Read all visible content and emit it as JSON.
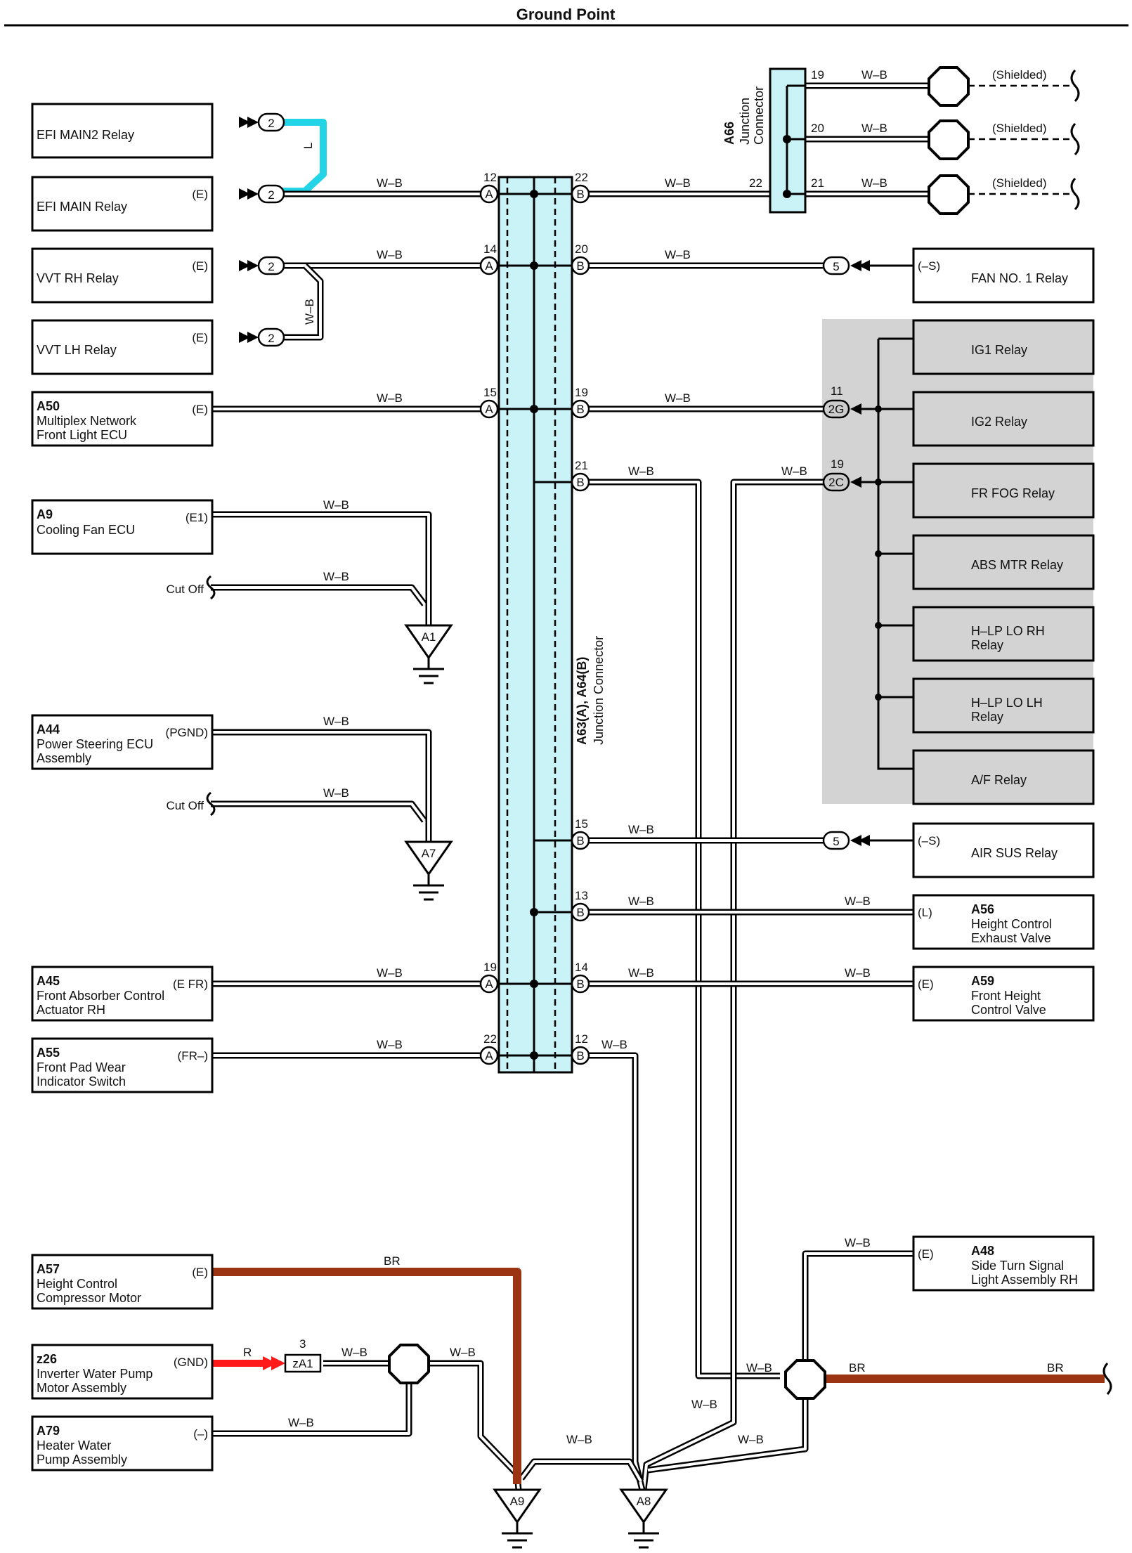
{
  "title": "Ground Point",
  "colors": {
    "junction_fill": "#c9f3f7",
    "grey_panel": "#d3d3d3",
    "wire_L": "#22d4e6",
    "wire_BR": "#9a3412",
    "wire_R": "#ff1a1a"
  },
  "left_components": [
    {
      "code": "",
      "name": [
        "EFI MAIN2 Relay"
      ],
      "terminal": ""
    },
    {
      "code": "",
      "name": [
        "EFI MAIN Relay"
      ],
      "terminal": "(E)"
    },
    {
      "code": "",
      "name": [
        "VVT RH Relay"
      ],
      "terminal": "(E)"
    },
    {
      "code": "",
      "name": [
        "VVT LH Relay"
      ],
      "terminal": "(E)"
    },
    {
      "code": "A50",
      "name": [
        "Multiplex Network",
        "Front Light ECU"
      ],
      "terminal": "(E)"
    },
    {
      "code": "A9",
      "name": [
        "Cooling Fan ECU"
      ],
      "terminal": "(E1)"
    },
    {
      "code": "A44",
      "name": [
        "Power Steering ECU",
        "Assembly"
      ],
      "terminal": "(PGND)"
    },
    {
      "code": "A45",
      "name": [
        "Front Absorber Control",
        "Actuator RH"
      ],
      "terminal": "(E FR)"
    },
    {
      "code": "A55",
      "name": [
        "Front Pad Wear",
        "Indicator Switch"
      ],
      "terminal": "(FR–)"
    },
    {
      "code": "A57",
      "name": [
        "Height Control",
        "Compressor Motor"
      ],
      "terminal": "(E)"
    },
    {
      "code": "z26",
      "name": [
        "Inverter Water Pump",
        "Motor Assembly"
      ],
      "terminal": "(GND)"
    },
    {
      "code": "A79",
      "name": [
        "Heater Water",
        "Pump Assembly"
      ],
      "terminal": "(–)"
    }
  ],
  "right_components": [
    {
      "code": "",
      "name": [
        "FAN NO. 1 Relay"
      ],
      "terminal": "(–S)"
    },
    {
      "code": "",
      "name": [
        "AIR SUS Relay"
      ],
      "terminal": "(–S)"
    },
    {
      "code": "A56",
      "name": [
        "Height Control",
        "Exhaust Valve"
      ],
      "terminal": "(L)"
    },
    {
      "code": "A59",
      "name": [
        "Front Height",
        "Control Valve"
      ],
      "terminal": "(E)"
    },
    {
      "code": "A48",
      "name": [
        "Side Turn Signal",
        "Light Assembly RH"
      ],
      "terminal": "(E)"
    }
  ],
  "grey_relays": [
    {
      "name": [
        "IG1 Relay"
      ]
    },
    {
      "name": [
        "IG2 Relay"
      ]
    },
    {
      "name": [
        "FR FOG Relay"
      ]
    },
    {
      "name": [
        "ABS MTR Relay"
      ]
    },
    {
      "name": [
        "H–LP LO RH",
        "Relay"
      ]
    },
    {
      "name": [
        "H–LP LO LH",
        "Relay"
      ]
    },
    {
      "name": [
        "A/F Relay"
      ]
    }
  ],
  "junction_main": {
    "codes": "A63(A), A64(B)",
    "label": "Junction Connector"
  },
  "junction_a66": {
    "code": "A66",
    "label": [
      "Junction",
      "Connector"
    ]
  },
  "wire_colors": {
    "wb": "W–B",
    "l": "L",
    "br": "BR",
    "r": "R"
  },
  "pin_labels": {
    "a": "A",
    "b": "B",
    "p2": "2",
    "p5": "5",
    "p2g": "2G",
    "p2c": "2C",
    "za1": "zA1"
  },
  "pin_numbers": {
    "a12": "12",
    "a14": "14",
    "a15": "15",
    "a19": "19",
    "a22": "22",
    "b22": "22",
    "b20": "20",
    "b19": "19",
    "b21": "21",
    "b15": "15",
    "b13": "13",
    "b14": "14",
    "b12": "12",
    "j22": "22",
    "j19": "19",
    "j20": "20",
    "j21": "21",
    "g11": "11",
    "g19": "19",
    "z3": "3"
  },
  "shielded": "(Shielded)",
  "cut_off": "Cut Off",
  "grounds": [
    "A1",
    "A7",
    "A9",
    "A8"
  ]
}
